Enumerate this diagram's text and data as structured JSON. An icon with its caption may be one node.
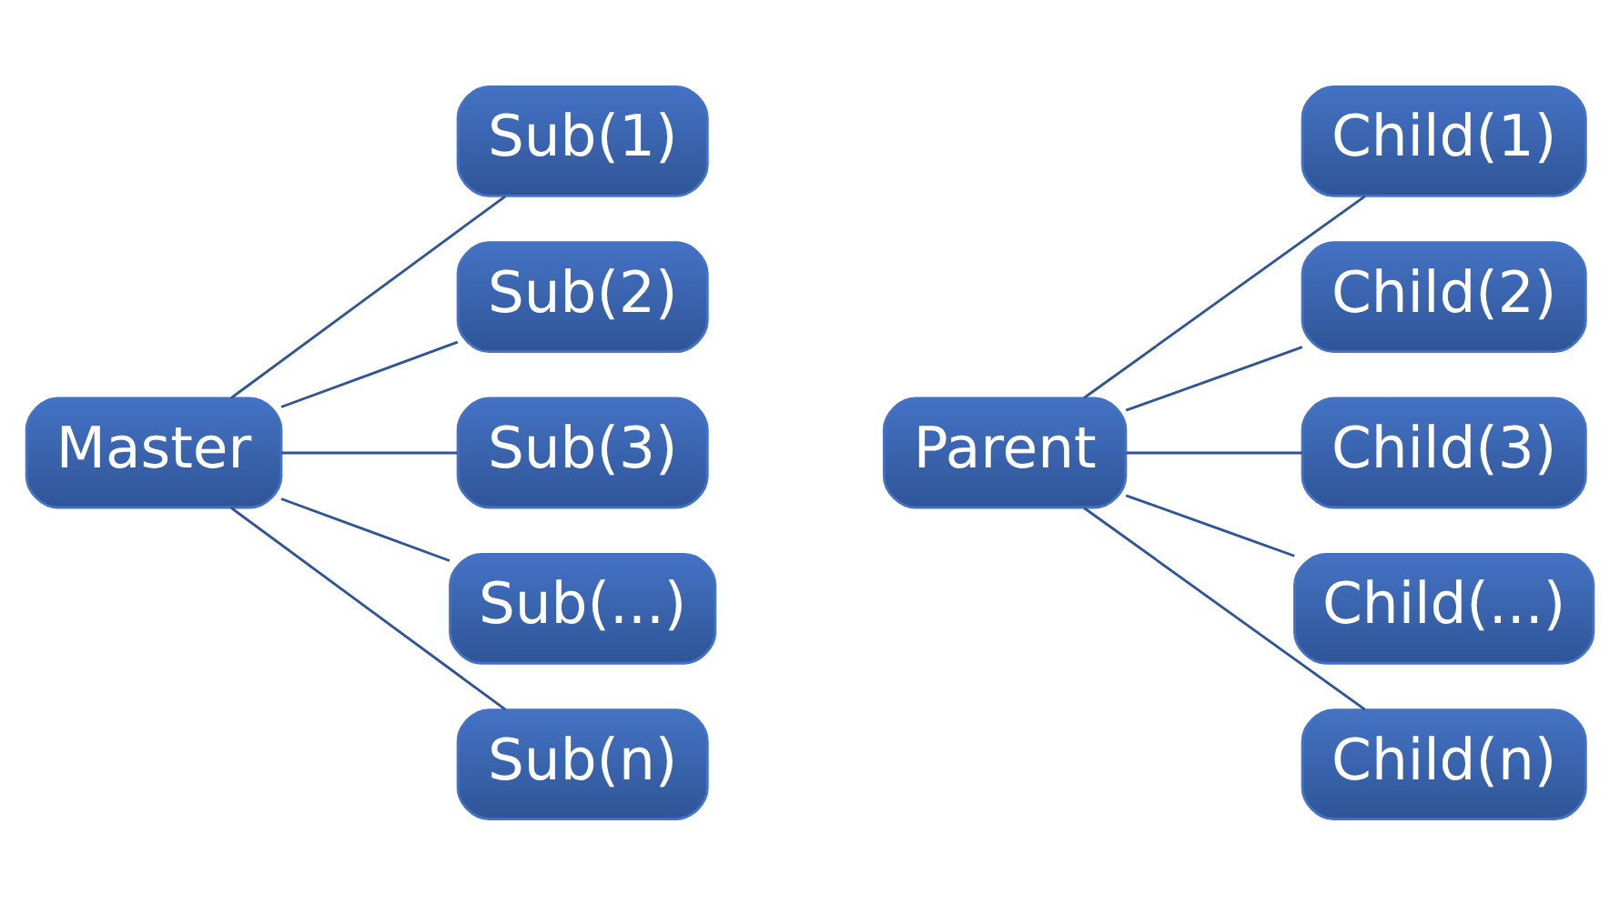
{
  "diagram": {
    "nodes": [
      {
        "text": [
          "Master"
        ]
      },
      {
        "text": [
          "Sub(1)"
        ]
      },
      {
        "text": [
          "Sub(2)"
        ]
      },
      {
        "text": [
          "Sub(3)"
        ]
      },
      {
        "text": [
          "Sub(...)"
        ]
      },
      {
        "text": [
          "Sub(n)"
        ]
      },
      {
        "text": [
          "Parent"
        ]
      },
      {
        "text": [
          "Child(1)"
        ]
      },
      {
        "text": [
          "Child(2)"
        ]
      },
      {
        "text": [
          "Child(3)"
        ]
      },
      {
        "text": [
          "Child(...)"
        ]
      },
      {
        "text": [
          "Child(n)"
        ]
      }
    ],
    "edges": [
      {
        "from": 0,
        "to": 1,
        "arrow": "none"
      },
      {
        "from": 0,
        "to": 2,
        "arrow": "none"
      },
      {
        "from": 0,
        "to": 3,
        "arrow": "none"
      },
      {
        "from": 0,
        "to": 4,
        "arrow": "none"
      },
      {
        "from": 0,
        "to": 5,
        "arrow": "none"
      },
      {
        "from": 6,
        "to": 7,
        "arrow": "none"
      },
      {
        "from": 6,
        "to": 8,
        "arrow": "none"
      },
      {
        "from": 6,
        "to": 9,
        "arrow": "none"
      },
      {
        "from": 6,
        "to": 10,
        "arrow": "none"
      },
      {
        "from": 6,
        "to": 11,
        "arrow": "none"
      }
    ]
  }
}
